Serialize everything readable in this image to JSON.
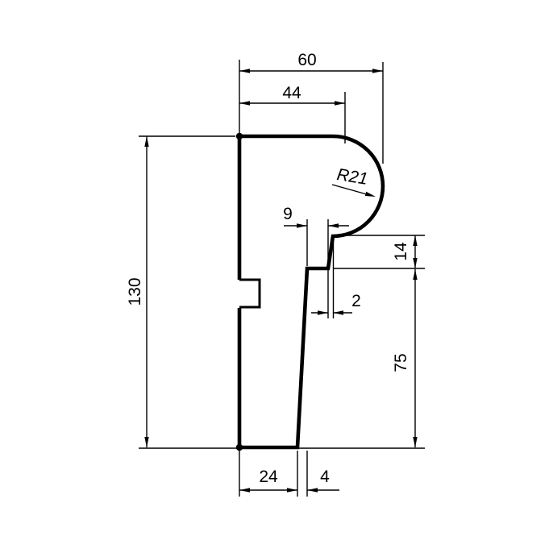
{
  "drawing": {
    "type": "technical-profile-cross-section",
    "background": "#ffffff",
    "line_color": "#000000",
    "labels": {
      "overall_width": "60",
      "top_width": "44",
      "overall_height": "130",
      "radius": "R21",
      "step_width": "9",
      "edge_offset": "2",
      "drip_height": "14",
      "lower_height": "75",
      "bottom_width": "24",
      "slant_offset": "4"
    }
  }
}
